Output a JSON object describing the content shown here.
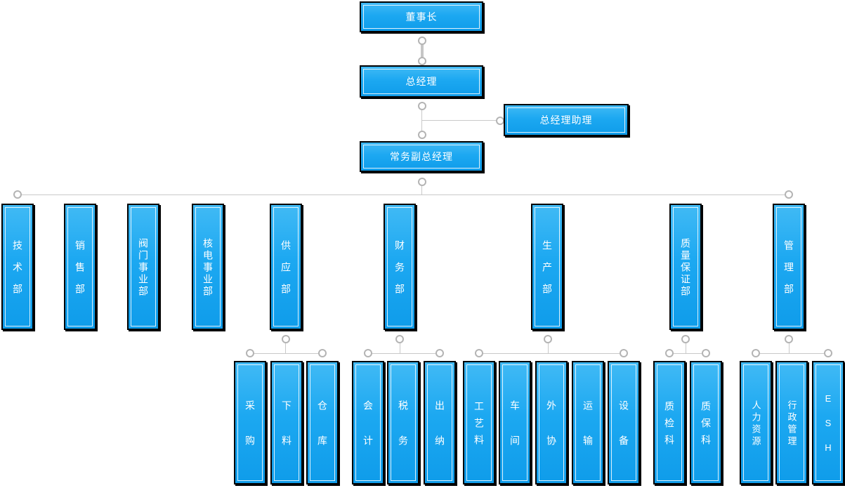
{
  "palette": {
    "box_fill_top": "#41baf5",
    "box_fill_mid": "#1ca8f1",
    "box_fill_bottom": "#0f9cea",
    "box_border": "#000000",
    "box_inner_border": "#ffffff",
    "connector_line": "#c9c9c9",
    "connector_dot_ring": "#b4b4b4",
    "text_color": "#ffffff",
    "background": "#ffffff"
  },
  "org": {
    "chairman": {
      "label": "董事长"
    },
    "general_manager": {
      "label": "总经理"
    },
    "gm_assistant": {
      "label": "总经理助理"
    },
    "executive_deputy_gm": {
      "label": "常务副总经理"
    },
    "departments": [
      {
        "label": "技术部",
        "children": []
      },
      {
        "label": "销售部",
        "children": []
      },
      {
        "label": "阀门事业部",
        "children": []
      },
      {
        "label": "核电事业部",
        "children": []
      },
      {
        "label": "供应部",
        "children": [
          "采购",
          "下料",
          "仓库"
        ]
      },
      {
        "label": "财务部",
        "children": [
          "会计",
          "税务",
          "出纳"
        ]
      },
      {
        "label": "生产部",
        "children": [
          "工艺料",
          "车间",
          "外协",
          "运输",
          "设备"
        ]
      },
      {
        "label": "质量保证部",
        "children": [
          "质检科",
          "质保科"
        ]
      },
      {
        "label": "管理部",
        "children": [
          "人力资源",
          "行政管理",
          "ESH"
        ]
      }
    ]
  }
}
